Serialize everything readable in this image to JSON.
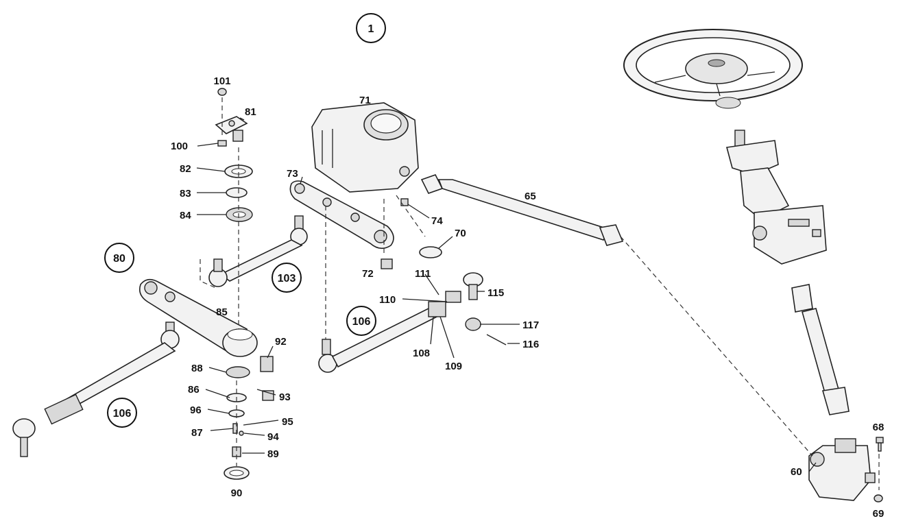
{
  "callouts": [
    {
      "id": "c1",
      "text": "1"
    },
    {
      "id": "c80",
      "text": "80"
    },
    {
      "id": "c103",
      "text": "103"
    },
    {
      "id": "c106a",
      "text": "106"
    },
    {
      "id": "c106b",
      "text": "106"
    }
  ],
  "labels": {
    "l101": "101",
    "l81": "81",
    "l100": "100",
    "l82": "82",
    "l83": "83",
    "l84": "84",
    "l71": "71",
    "l73": "73",
    "l65": "65",
    "l74": "74",
    "l70": "70",
    "l72": "72",
    "l111": "111",
    "l115": "115",
    "l110": "110",
    "l117": "117",
    "l116": "116",
    "l108": "108",
    "l109": "109",
    "l85": "85",
    "l92": "92",
    "l88": "88",
    "l93": "93",
    "l86": "86",
    "l96": "96",
    "l95": "95",
    "l87": "87",
    "l94": "94",
    "l89": "89",
    "l90": "90",
    "l68": "68",
    "l60": "60",
    "l69": "69"
  }
}
